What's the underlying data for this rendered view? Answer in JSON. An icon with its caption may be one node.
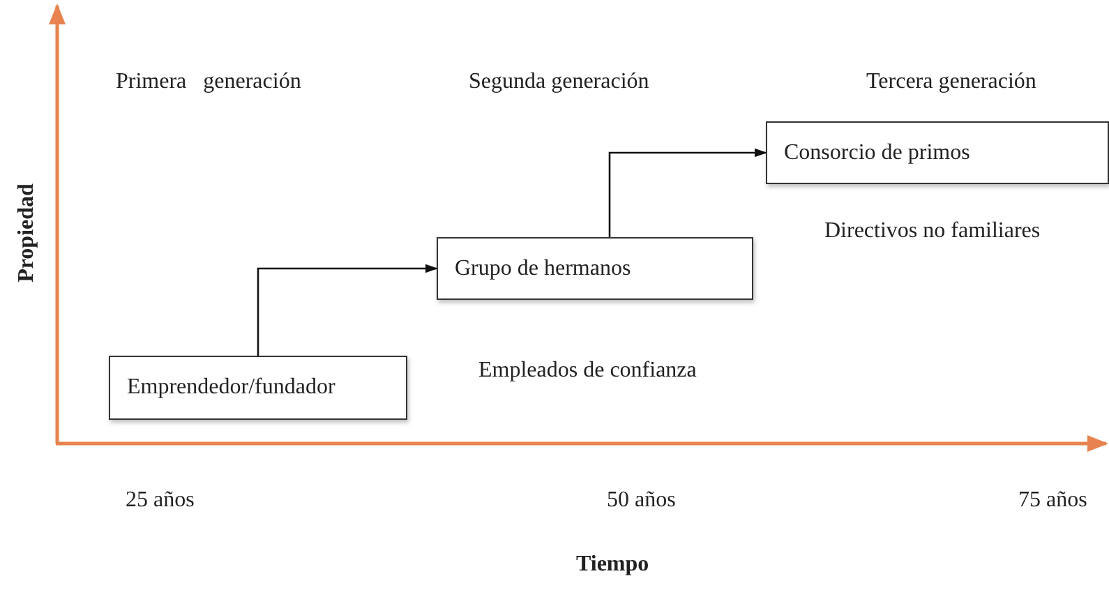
{
  "diagram": {
    "nodes": [
      {
        "text": [
          "Emprendedor/fundador"
        ]
      },
      {
        "text": [
          "Grupo de hermanos"
        ]
      },
      {
        "text": [
          "Consorcio de primos"
        ]
      }
    ],
    "edges": [
      {
        "from": 0,
        "to": 1,
        "arrow": "to"
      },
      {
        "from": 1,
        "to": 2,
        "arrow": "to"
      }
    ],
    "labels": [
      "Primera   generación",
      "Segunda generación",
      "Tercera generación",
      "Directivos no familiares",
      "Empleados de confianza",
      "Propiedad",
      "25 años",
      "50 años",
      "75 años",
      "Tiempo"
    ]
  }
}
